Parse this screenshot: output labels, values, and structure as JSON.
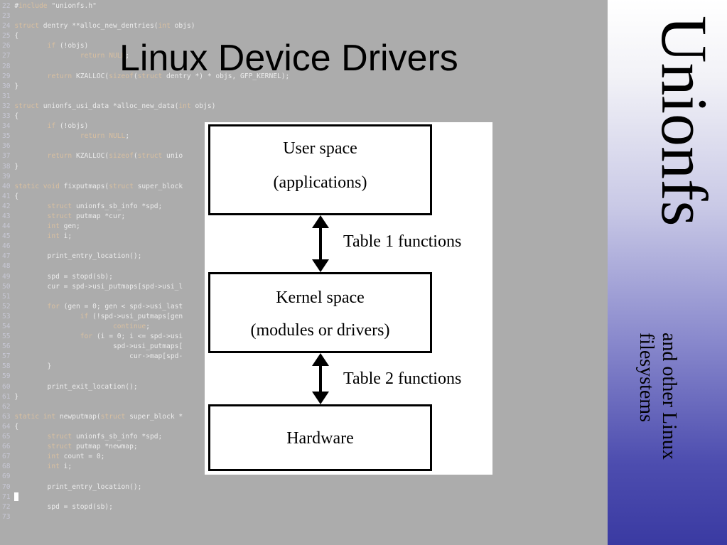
{
  "slide": {
    "title": "Linux Device Drivers"
  },
  "side_panel": {
    "title": "Unionfs",
    "subtitle_line1": "and other Linux",
    "subtitle_line2": "filesystems"
  },
  "diagram": {
    "boxes": [
      {
        "line1": "User space",
        "line2": "(applications)"
      },
      {
        "line1": "Kernel space",
        "line2": "(modules or drivers)"
      },
      {
        "line1": "Hardware"
      }
    ],
    "arrows": [
      {
        "label": "Table 1 functions"
      },
      {
        "label": "Table 2 functions"
      }
    ]
  },
  "code": [
    "22 #include \"unionfs.h\"",
    "23",
    "24 struct dentry **alloc_new_dentries(int objs)",
    "25 {",
    "26         if (!objs)",
    "27                 return NULL;",
    "28",
    "29         return KZALLOC(sizeof(struct dentry *) * objs, GFP_KERNEL);",
    "30 }",
    "31",
    "32 struct unionfs_usi_data *alloc_new_data(int objs)",
    "33 {",
    "34         if (!objs)",
    "35                 return NULL;",
    "36",
    "37         return KZALLOC(sizeof(struct unio",
    "38 }",
    "39",
    "40 static void fixputmaps(struct super_block",
    "41 {",
    "42         struct unionfs_sb_info *spd;",
    "43         struct putmap *cur;",
    "44         int gen;",
    "45         int i;",
    "46",
    "47         print_entry_location();",
    "48",
    "49         spd = stopd(sb);",
    "50         cur = spd->usi_putmaps[spd->usi_l",
    "51",
    "52         for (gen = 0; gen < spd->usi_last",
    "53                 if (!spd->usi_putmaps[gen",
    "54                         continue;",
    "55                 for (i = 0; i <= spd->usi",
    "56                         spd->usi_putmaps[",
    "57                             cur->map[spd-",
    "58         }",
    "59",
    "60         print_exit_location();",
    "61 }",
    "62",
    "63 static int newputmap(struct super_block *",
    "64 {",
    "65         struct unionfs_sb_info *spd;",
    "66         struct putmap *newmap;",
    "67         int count = 0;",
    "68         int i;",
    "69",
    "70         print_entry_location();",
    "71 ",
    "72         spd = stopd(sb);",
    "73"
  ],
  "colors": {
    "code_background": "#acacac",
    "code_text": "#ececec",
    "panel_gradient_top": "#ffffff",
    "panel_gradient_bottom": "#3a3aa2"
  }
}
